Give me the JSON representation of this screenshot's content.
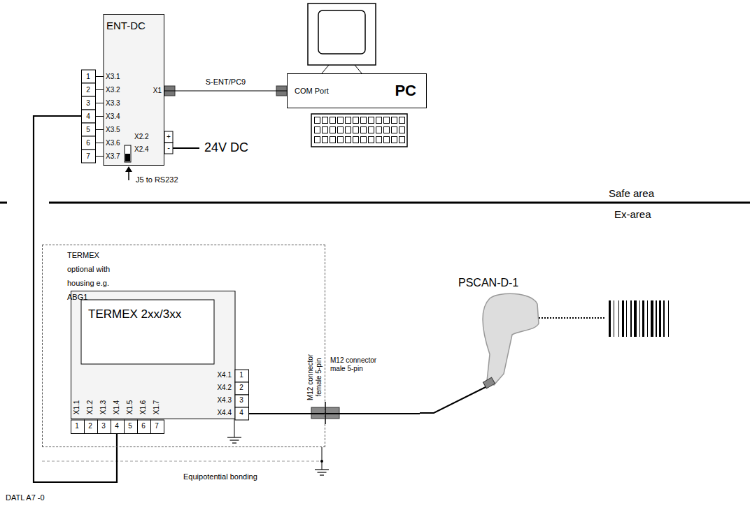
{
  "diagram": {
    "nodes": [
      {
        "text": [
          "ENT-DC"
        ]
      },
      {
        "text": [
          "COM Port",
          "PC"
        ]
      },
      {
        "text": [
          "TERMEX optional with housing e.g. ABG1"
        ]
      },
      {
        "text": [
          "TERMEX 2xx/3xx"
        ],
        "in": 2
      },
      {
        "text": [
          "PSCAN-D-1"
        ]
      }
    ],
    "edges": [
      {
        "from": 0,
        "to": 1,
        "arrow": "none",
        "label": "S-ENT/PC9"
      },
      {
        "from": 0,
        "to": 3,
        "arrow": "none"
      },
      {
        "from": 3,
        "to": 4,
        "arrow": "none"
      }
    ],
    "labels": [
      "1",
      "2",
      "3",
      "4",
      "5",
      "6",
      "7",
      "X3.1",
      "X3.2",
      "X3.3",
      "X3.4",
      "X3.5",
      "X3.6",
      "X3.7",
      "X1",
      "X2.2",
      "+",
      "X2.4",
      "-",
      "24V DC",
      "J5 to RS232",
      "Safe area",
      "Ex-area",
      "X4.1",
      "X4.2",
      "X4.3",
      "X4.4",
      "1",
      "2",
      "3",
      "4",
      "X1.1",
      "X1.2",
      "X1.3",
      "X1.4",
      "X1.5",
      "X1.6",
      "X1.7",
      "1",
      "2",
      "3",
      "4",
      "5",
      "6",
      "7",
      "M12 connector female 5-pin",
      "M12 connector male 5-pin",
      "Equipotential bonding",
      "DATL A7 -0"
    ]
  }
}
